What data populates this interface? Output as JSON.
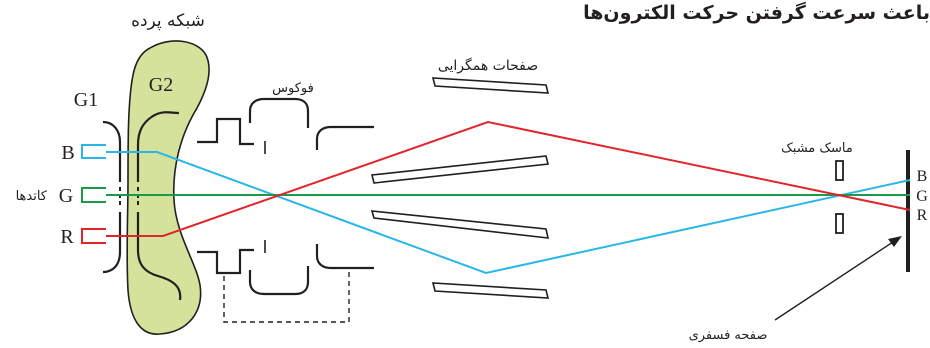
{
  "labels": {
    "top_caption": "باعث سرعت گرفتن حرکت الکترون‌ها",
    "grid_screen": "شبکه پرده",
    "g2": "G2",
    "g1": "G1",
    "focus": "فوکوس",
    "convergence_plates": "صفحات همگرایی",
    "shadow_mask": "ماسک مشبک",
    "cathodes": "کاتدها",
    "phosphor_plate": "صفحه فسفری",
    "cathode_b": "B",
    "cathode_g": "G",
    "cathode_r": "R",
    "screen_b": "B",
    "screen_g": "G",
    "screen_r": "R"
  },
  "colors": {
    "beam_blue": "#2ab7e8",
    "beam_green": "#1b9a49",
    "beam_red": "#e2242b",
    "grid_fill": "#d5e29b",
    "stroke": "#231f20"
  }
}
